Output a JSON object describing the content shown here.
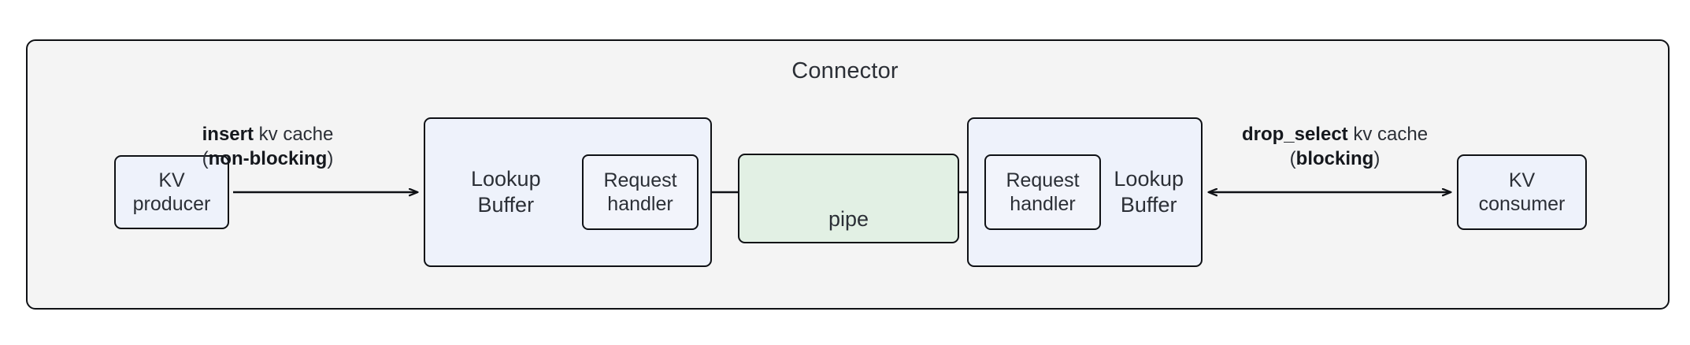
{
  "diagram": {
    "container": {
      "title": "Connector"
    },
    "nodes": [
      {
        "id": "kv-producer",
        "label_line1": "KV",
        "label_line2": "producer"
      },
      {
        "id": "lookup-buffer-left",
        "label_line1": "Lookup",
        "label_line2": "Buffer"
      },
      {
        "id": "request-handler-left",
        "label_line1": "Request",
        "label_line2": "handler"
      },
      {
        "id": "pipe",
        "label_line1": "pipe",
        "label_line2": ""
      },
      {
        "id": "request-handler-right",
        "label_line1": "Request",
        "label_line2": "handler"
      },
      {
        "id": "lookup-buffer-right",
        "label_line1": "Lookup",
        "label_line2": "Buffer"
      },
      {
        "id": "kv-consumer",
        "label_line1": "KV",
        "label_line2": "consumer"
      }
    ],
    "edges": [
      {
        "id": "insert-edge",
        "direction": "right",
        "label_line1_bold": "insert",
        "label_line1_rest": " kv cache",
        "label_line2_prefix": "(",
        "label_line2_bold": "non-blocking",
        "label_line2_suffix": ")"
      },
      {
        "id": "pipe-to-left-buffer-edge",
        "direction": "left",
        "label_line1_bold": "",
        "label_line1_rest": "",
        "label_line2_prefix": "",
        "label_line2_bold": "",
        "label_line2_suffix": ""
      },
      {
        "id": "pipe-to-right-buffer-edge",
        "direction": "right",
        "label_line1_bold": "",
        "label_line1_rest": "",
        "label_line2_prefix": "",
        "label_line2_bold": "",
        "label_line2_suffix": ""
      },
      {
        "id": "drop-select-edge",
        "direction": "both",
        "label_line1_bold": "drop_select",
        "label_line1_rest": " kv cache",
        "label_line2_prefix": "(",
        "label_line2_bold": "blocking",
        "label_line2_suffix": ")"
      }
    ],
    "colors": {
      "container_fill": "#f4f4f4",
      "node_fill": "#eef2fb",
      "pipe_fill": "#e2f0e4",
      "stroke": "#0f1115",
      "text": "#2b2f36"
    }
  }
}
